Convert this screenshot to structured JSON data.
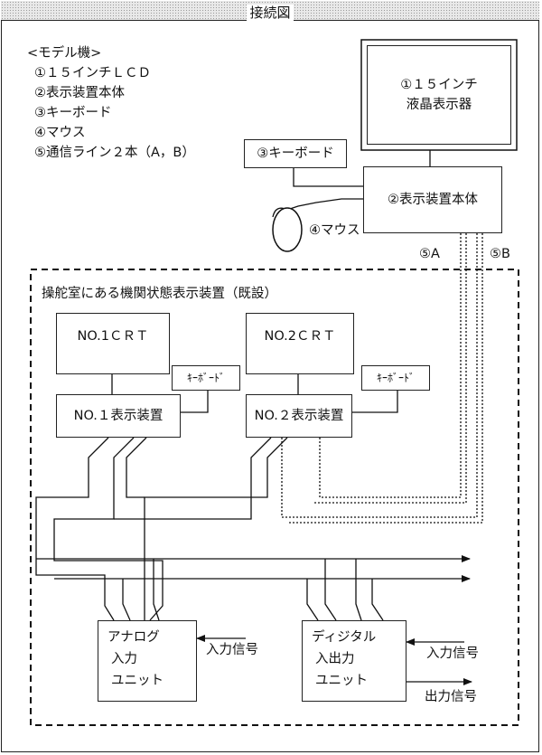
{
  "title": "接続図",
  "model": {
    "heading": "<モデル機>",
    "items": [
      "①１５インチＬＣＤ",
      "②表示装置本体",
      "③キーボード",
      "④マウス",
      "⑤通信ライン２本（A，B）"
    ]
  },
  "devices": {
    "lcd": [
      "①１５インチ",
      "液晶表示器"
    ],
    "keyboard": "③キーボード",
    "main_unit": "②表示装置本体",
    "mouse": "④マウス",
    "line_a": "⑤A",
    "line_b": "⑤B"
  },
  "existing": {
    "heading": "操舵室にある機関状態表示装置（既設）",
    "crt1": "NO.1ＣＲＴ",
    "crt2": "NO.2ＣＲＴ",
    "kbd1": "ｷｰﾎﾞｰﾄﾞ",
    "kbd2": "ｷｰﾎﾞｰﾄﾞ",
    "disp1": "NO.１表示装置",
    "disp2": "NO.２表示装置",
    "analog": [
      "アナログ",
      "入力",
      "ユニット"
    ],
    "digital": [
      "ディジタル",
      "入出力",
      "ユニット"
    ],
    "analog_in": "入力信号",
    "digital_in": "入力信号",
    "digital_out": "出力信号"
  }
}
